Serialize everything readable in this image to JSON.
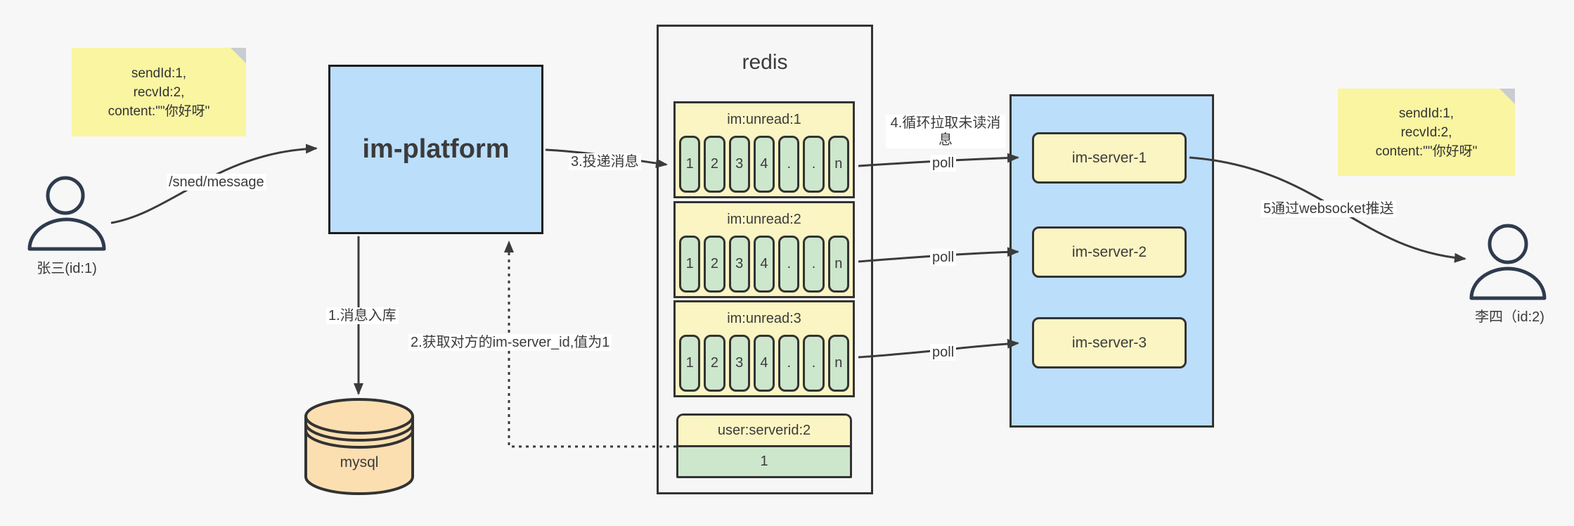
{
  "notes": {
    "left": [
      "sendId:1,",
      "recvId:2,",
      "content:\"\"你好呀\""
    ],
    "right": [
      "sendId:1,",
      "recvId:2,",
      "content:\"\"你好呀\""
    ]
  },
  "actors": {
    "sender": "张三(id:1)",
    "receiver": "李四（id:2)"
  },
  "nodes": {
    "im_platform": "im-platform",
    "mysql": "mysql",
    "redis_title": "redis",
    "servers": [
      "im-server-1",
      "im-server-2",
      "im-server-3"
    ],
    "user_serverid": {
      "title": "user:serverid:2",
      "value": "1"
    }
  },
  "queues": [
    {
      "title": "im:unread:1",
      "cells": [
        "1",
        "2",
        "3",
        "4",
        ".",
        ".",
        "n"
      ]
    },
    {
      "title": "im:unread:2",
      "cells": [
        "1",
        "2",
        "3",
        "4",
        ".",
        ".",
        "n"
      ]
    },
    {
      "title": "im:unread:3",
      "cells": [
        "1",
        "2",
        "3",
        "4",
        ".",
        ".",
        "n"
      ]
    }
  ],
  "labels": {
    "send_endpoint": "/sned/message",
    "step1": "1.消息入库",
    "step2": "2.获取对方的im-server_id,值为1",
    "step3": "3.投递消息",
    "step4": "4.循环拉取未读消息",
    "step5": "5通过websocket推送",
    "poll": "poll"
  },
  "colors": {
    "background": "#f7f7f8",
    "note_yellow": "#f9f5a1",
    "node_blue": "#bbdefb",
    "block_yellow": "#fbf5c3",
    "cell_green": "#cde7cc",
    "db_orange": "#fcdfb1",
    "stroke_dark": "#333333",
    "arrow": "#3b3b3b",
    "person_navy": "#2f3b4d"
  }
}
